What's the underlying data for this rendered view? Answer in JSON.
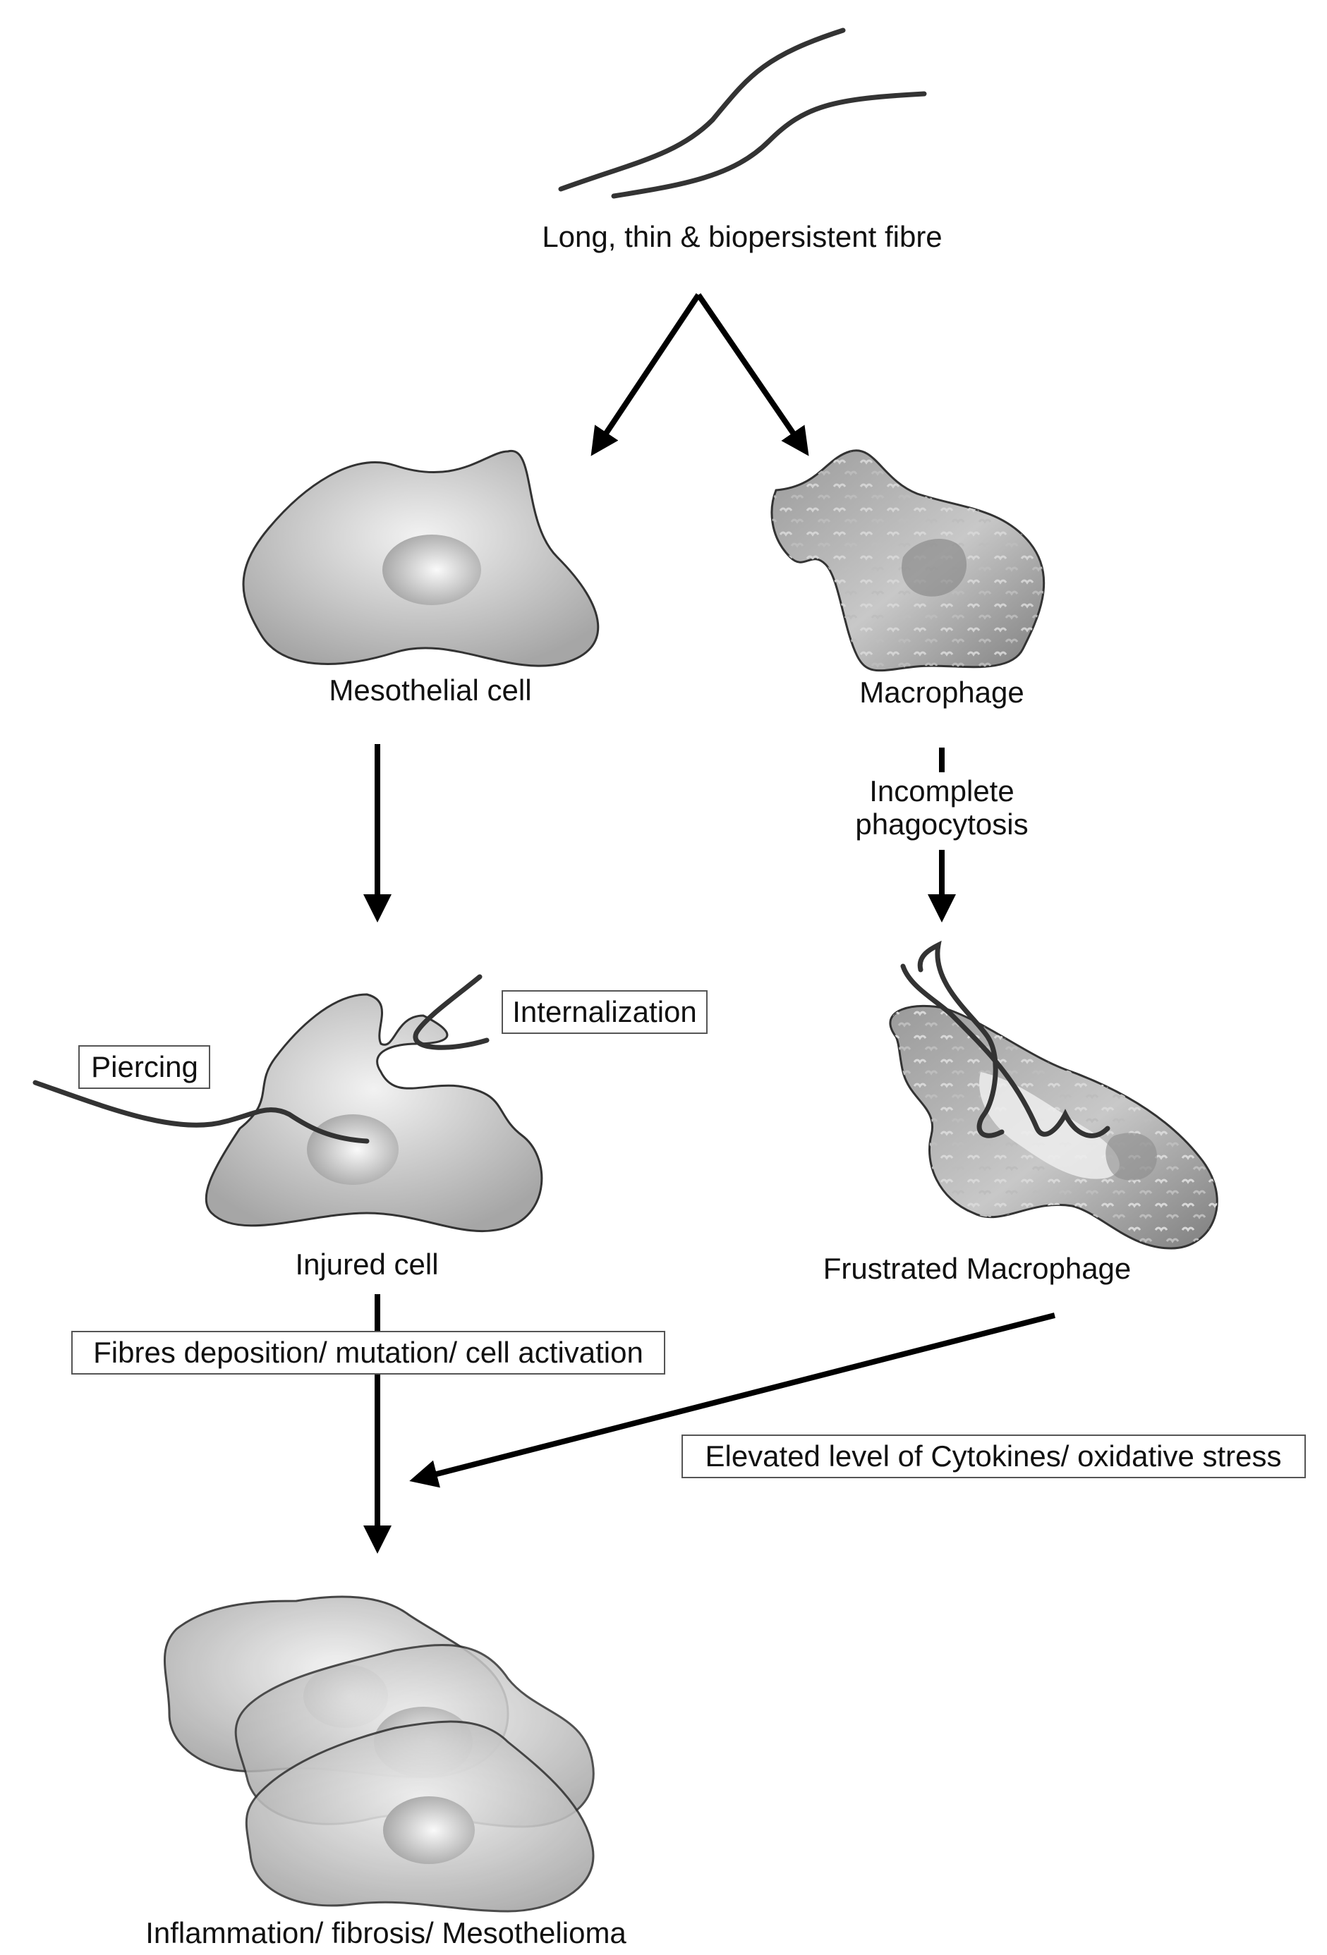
{
  "labels": {
    "fibre": "Long, thin & biopersistent fibre",
    "mesothelial": "Mesothelial cell",
    "macrophage": "Macrophage",
    "incomplete_line1": "Incomplete",
    "incomplete_line2": "phagocytosis",
    "internalization": "Internalization",
    "piercing": "Piercing",
    "injured": "Injured cell",
    "frustrated": "Frustrated  Macrophage",
    "fibres_deposition": "Fibres deposition/ mutation/ cell activation",
    "cytokines": "Elevated level of Cytokines/ oxidative stress",
    "outcome": "Inflammation/ fibrosis/ Mesothelioma"
  }
}
